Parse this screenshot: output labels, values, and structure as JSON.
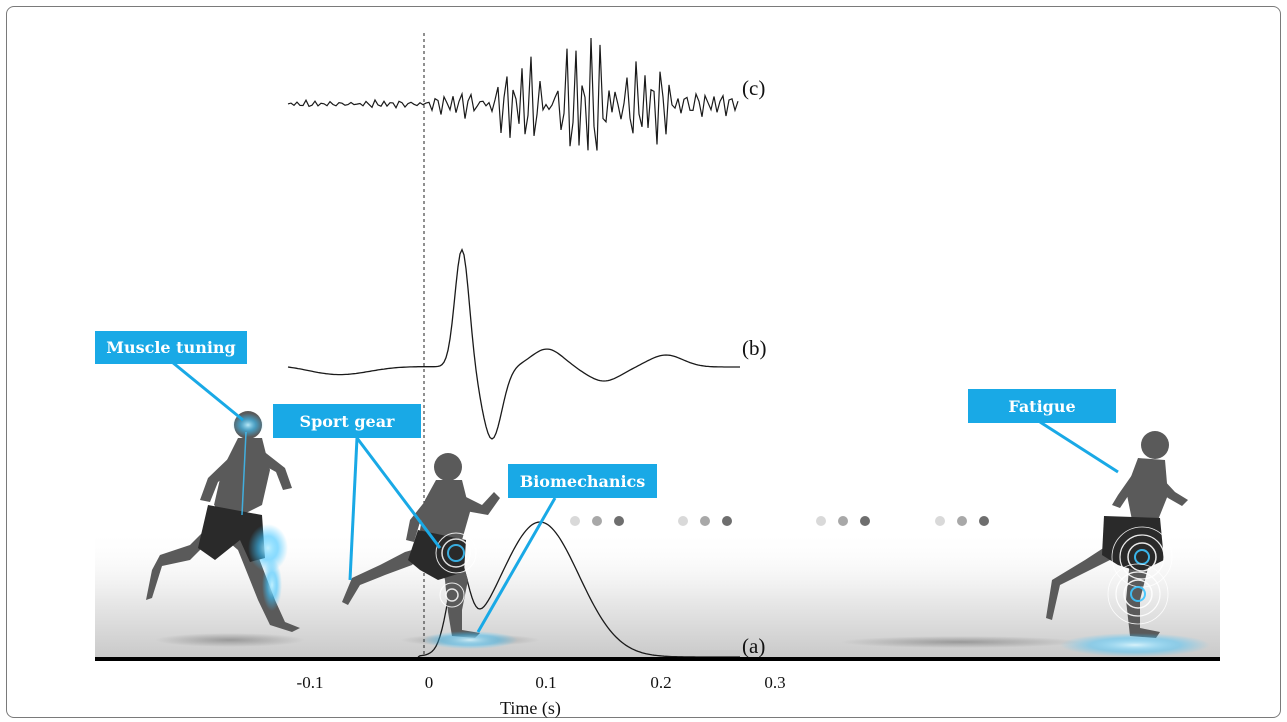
{
  "callouts": {
    "muscle_tuning": "Muscle tuning",
    "sport_gear": "Sport gear",
    "biomechanics": "Biomechanics",
    "fatigue": "Fatigue"
  },
  "traces": {
    "a_label": "(a)",
    "b_label": "(b)",
    "c_label": "(c)"
  },
  "axis": {
    "ticks": [
      "-0.1",
      "0",
      "0.1",
      "0.2",
      "0.3"
    ],
    "title": "Time (s)"
  },
  "colors": {
    "callout_bg": "#19a9e6",
    "glow": "#3cc4ff",
    "runner": "#5a5a5a",
    "shorts": "#2a2a2a"
  }
}
